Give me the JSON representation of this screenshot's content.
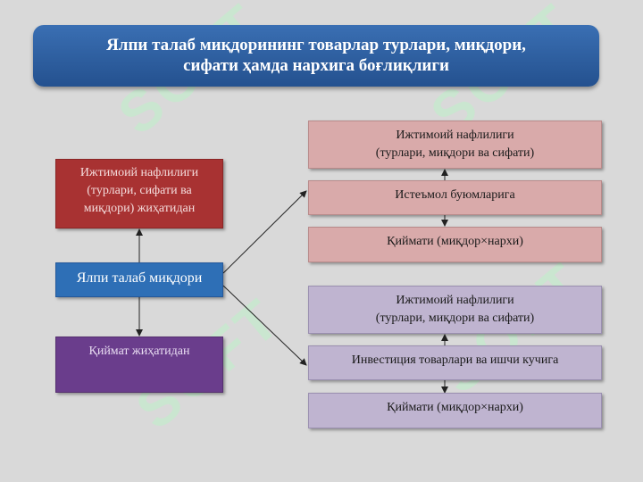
{
  "title": {
    "line1": "Ялпи талаб миқдорининг товарлар турлари, миқдори,",
    "line2": "сифати ҳамда нархига боғлиқлиги"
  },
  "left": {
    "utility_box": "Ижтимоий нафлилиги (турлари, сифати ва миқдори) жиҳатидан",
    "center_box": "Ялпи талаб миқдори",
    "value_box": "Қиймат жиҳатидан"
  },
  "right_top": {
    "box1_line1": "Ижтимоий нафлилиги",
    "box1_line2": "(турлари, миқдори ва сифати)",
    "box2": "Истеъмол буюмларига",
    "box3": "Қиймати (миқдор×нархи)"
  },
  "right_bottom": {
    "box1_line1": "Ижтимоий нафлилиги",
    "box1_line2": "(турлари, миқдори ва сифати)",
    "box2": "Инвестиция товарлари ва ишчи кучига",
    "box3": "Қиймати (миқдор×нархи)"
  },
  "watermark": "SOFT",
  "colors": {
    "title_bg": "#2c5f9e",
    "dark_red": "#a83232",
    "blue": "#2e6fb6",
    "dark_purple": "#6a3d8c",
    "pink": "#d9aaaa",
    "lavender": "#bfb4d0"
  }
}
